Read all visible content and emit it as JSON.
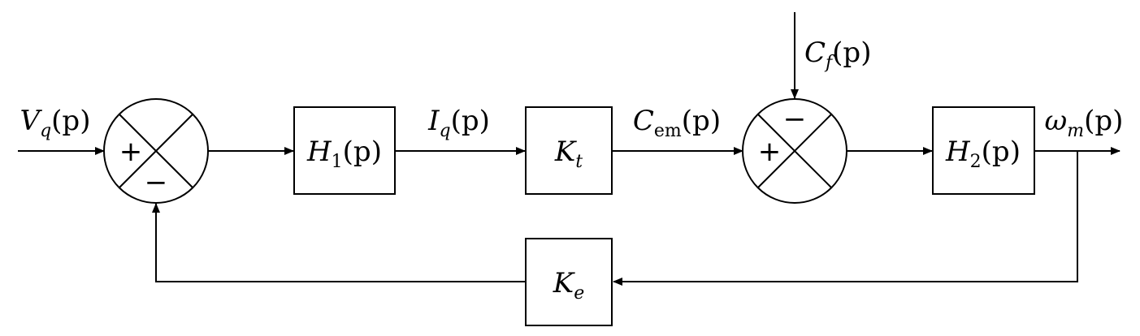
{
  "inputs": {
    "vq": {
      "sym": "V",
      "sub": "q",
      "arg": "(p)"
    },
    "cf": {
      "sym": "C",
      "sub": "f",
      "arg": "(p)"
    }
  },
  "signals": {
    "iq": {
      "sym": "I",
      "sub": "q",
      "arg": "(p)"
    },
    "cem": {
      "sym": "C",
      "sub": "em",
      "arg": "(p)"
    }
  },
  "output": {
    "sym": "ω",
    "sub": "m",
    "arg": "(p)"
  },
  "blocks": {
    "h1": {
      "sym": "H",
      "sub": "1",
      "arg": "(p)"
    },
    "kt": {
      "sym": "K",
      "sub": "t",
      "arg": ""
    },
    "h2": {
      "sym": "H",
      "sub": "2",
      "arg": "(p)"
    },
    "ke": {
      "sym": "K",
      "sub": "e",
      "arg": ""
    }
  },
  "summers": {
    "s1": {
      "left_sign": "+",
      "bottom_sign": "−"
    },
    "s2": {
      "left_sign": "+",
      "top_sign": "−"
    }
  }
}
